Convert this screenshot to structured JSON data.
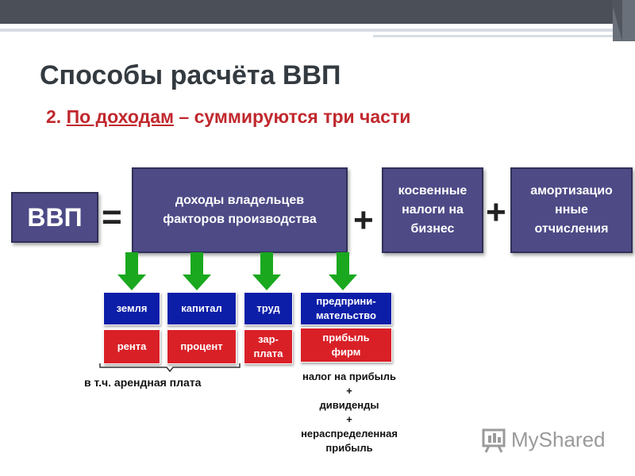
{
  "title": "Способы расчёта ВВП",
  "subtitle": {
    "number": "2.",
    "method": "По доходам",
    "rest": "– суммируются три части"
  },
  "equation": {
    "gdp": "ВВП",
    "equals": "=",
    "plus": "+",
    "part1": "доходы владельцев факторов производства",
    "part2": "косвенные налоги на бизнес",
    "part3": "амортизацио нные отчисления"
  },
  "factors": [
    {
      "factor": "земля",
      "income": "рента"
    },
    {
      "factor": "капитал",
      "income": "процент"
    },
    {
      "factor": "труд",
      "income": "зар-плата"
    },
    {
      "factor": "предприни-мательство",
      "income": "прибыль фирм"
    }
  ],
  "note": "в т.ч. арендная плата",
  "profit_breakdown": {
    "line1": "налог на прибыль",
    "plus": "+",
    "line2": "дивиденды",
    "line3": "нераспределенная прибыль"
  },
  "watermark": "MyShared",
  "colors": {
    "box": "#4d4a86",
    "factor": "#0c1ea8",
    "income": "#d92027",
    "arrow": "#1aa81f",
    "subtitle": "#c0282d"
  },
  "icons": [
    "down-arrow-icon",
    "bracket-icon",
    "myshared-logo-icon"
  ]
}
